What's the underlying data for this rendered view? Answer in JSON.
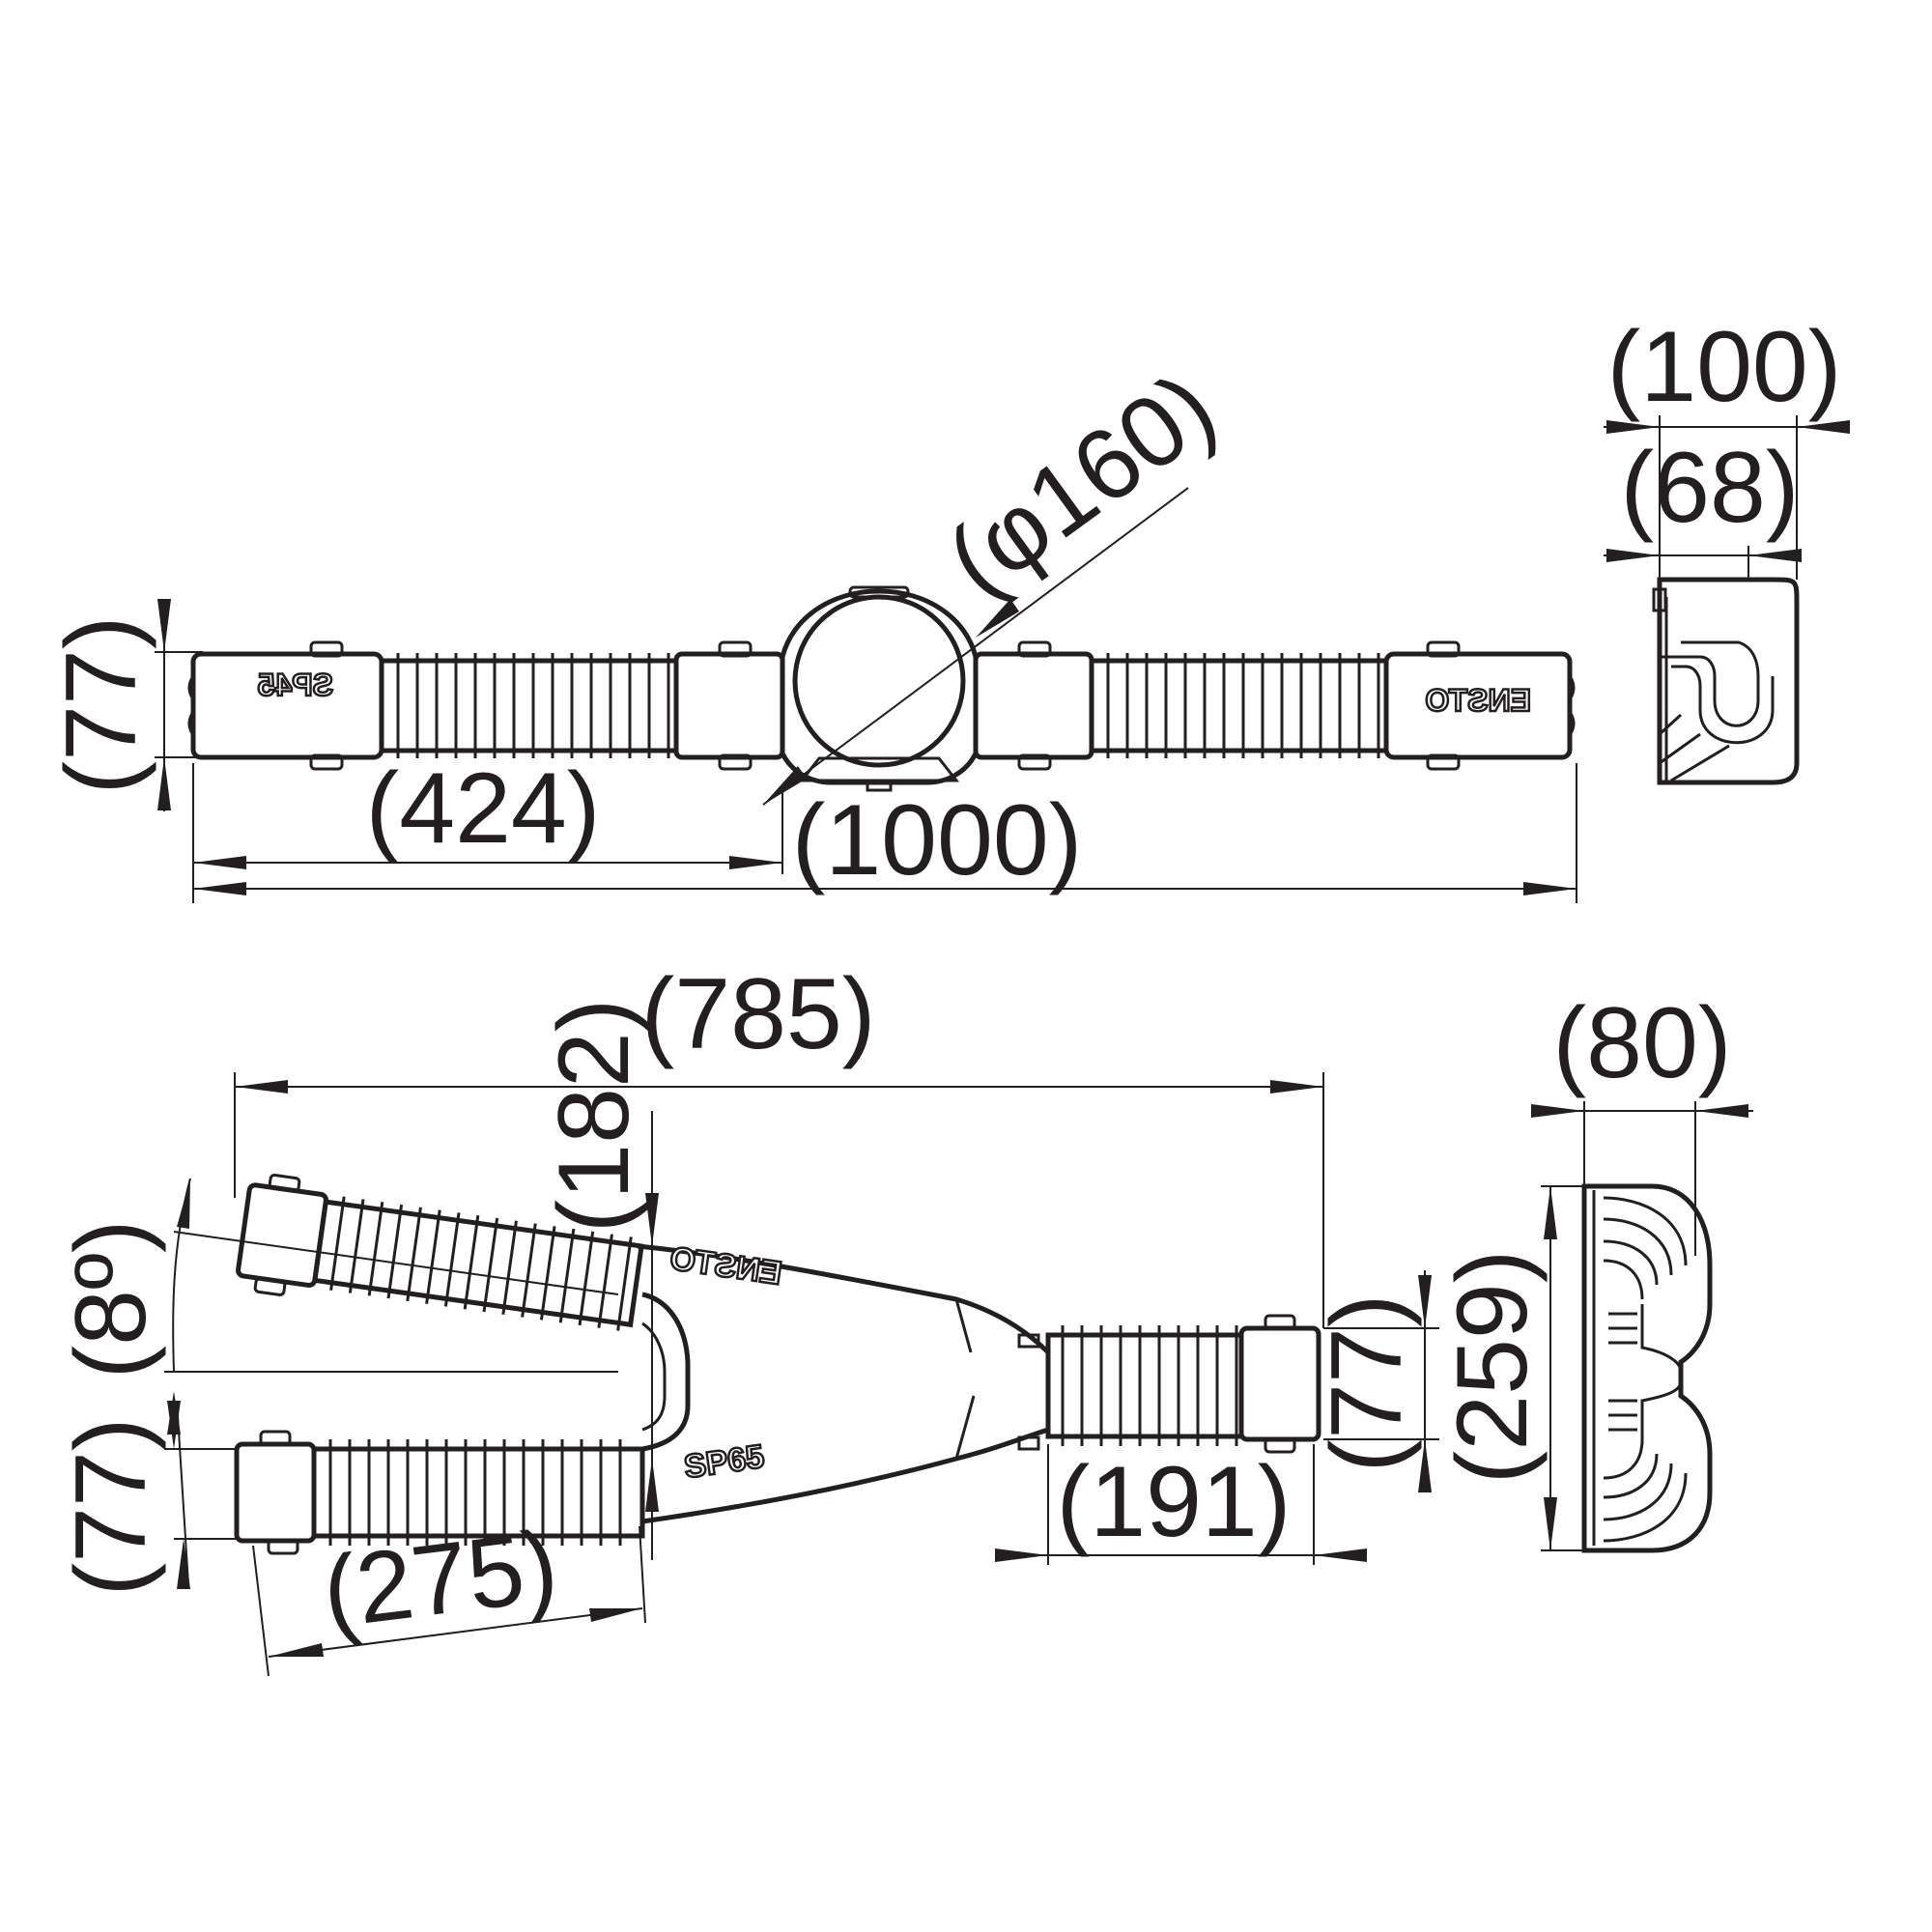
{
  "top_view": {
    "height_dim": "(77)",
    "left_dim": "(424)",
    "length_dim": "(1000)",
    "diameter_dim": "(φ160)",
    "left_label": "SP45",
    "right_label": "ENSTO"
  },
  "top_side_view": {
    "outer_width_dim": "(100)",
    "inner_width_dim": "(68)"
  },
  "bottom_view": {
    "length_dim": "(785)",
    "branch_offset_dim": "(182)",
    "angle_dim": "(8º)",
    "left_height_dim": "(77)",
    "branch_length_dim": "(275)",
    "right_length_dim": "(191)",
    "right_height_dim": "(77)",
    "upper_label": "ENSTO",
    "lower_label": "SP65"
  },
  "bottom_side_view": {
    "width_dim": "(80)",
    "height_dim": "(259)"
  }
}
